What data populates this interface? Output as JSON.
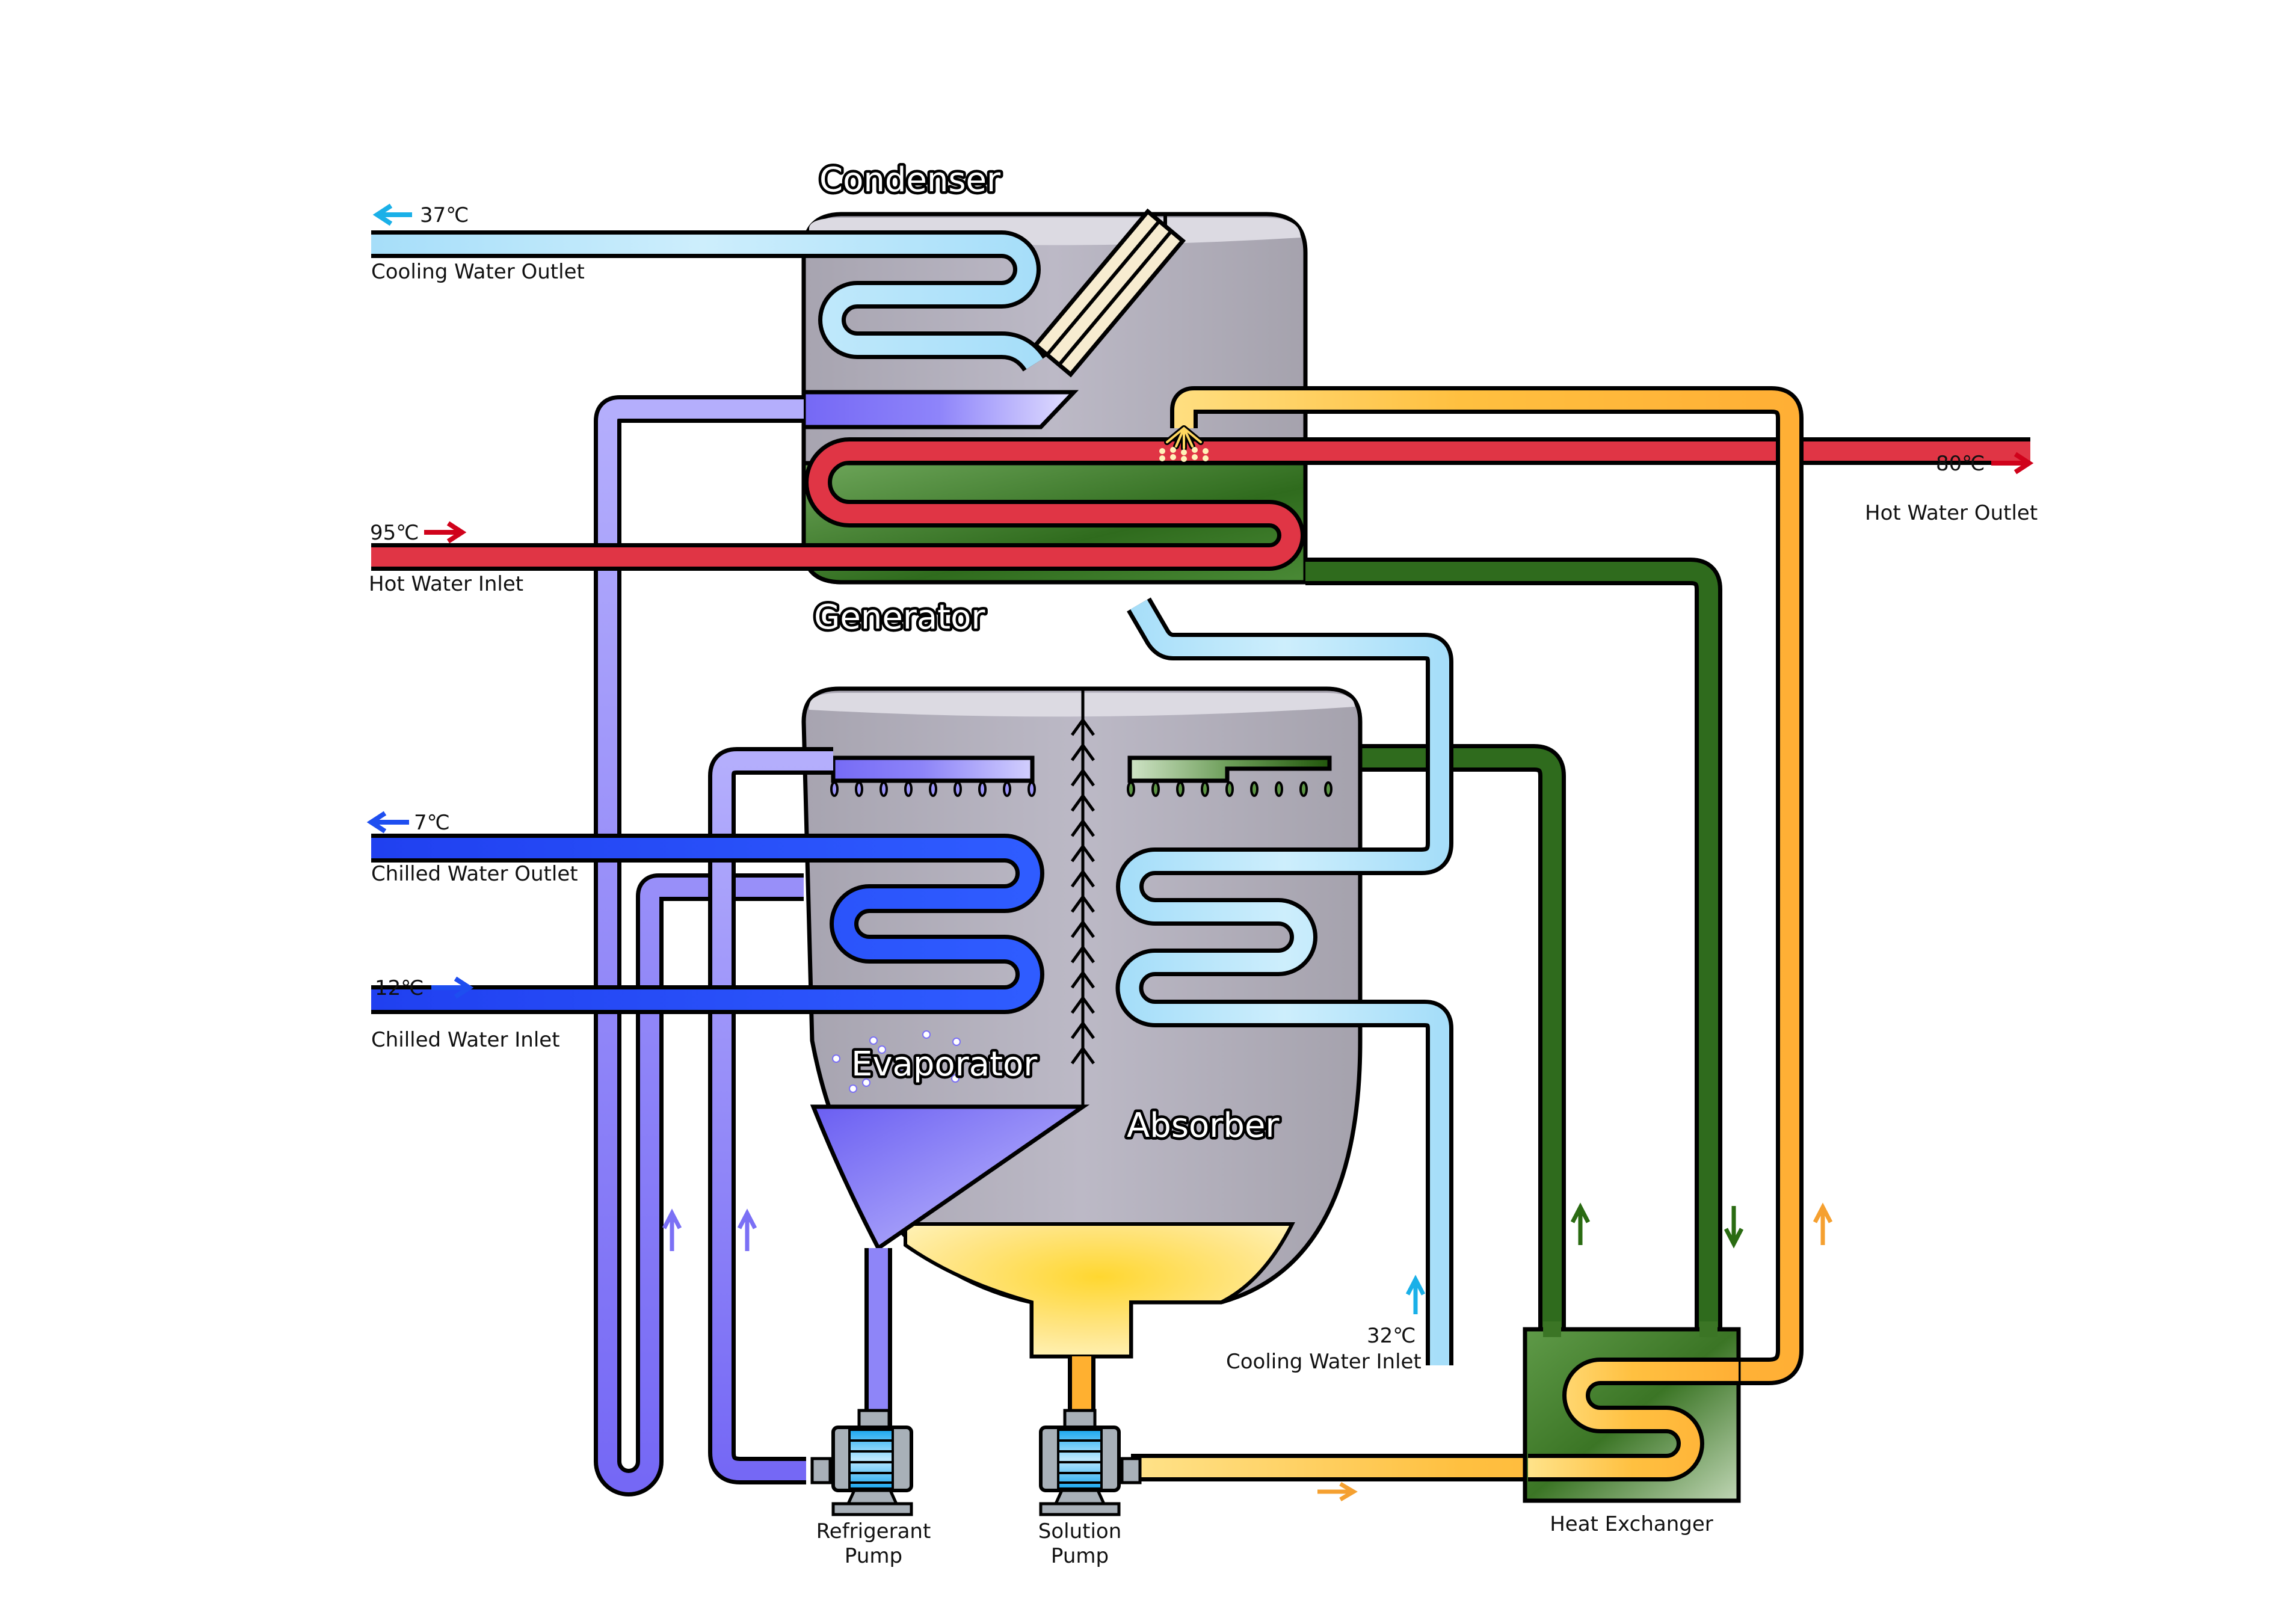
{
  "diagram": {
    "title": "Absorption Chiller Cycle",
    "components": {
      "condenser": "Condenser",
      "generator": "Generator",
      "evaporator": "Evaporator",
      "absorber": "Absorber",
      "heat_exchanger": "Heat Exchanger",
      "refrigerant_pump_line1": "Refrigerant",
      "refrigerant_pump_line2": "Pump",
      "solution_pump_line1": "Solution",
      "solution_pump_line2": "Pump"
    },
    "streams": {
      "cooling_water_outlet": {
        "label": "Cooling Water Outlet",
        "temp": "37℃",
        "direction": "left"
      },
      "cooling_water_inlet": {
        "label": "Cooling Water Inlet",
        "temp": "32℃",
        "direction": "up"
      },
      "hot_water_inlet": {
        "label": "Hot Water Inlet",
        "temp": "95℃",
        "direction": "right"
      },
      "hot_water_outlet": {
        "label": "Hot Water Outlet",
        "temp": "80℃",
        "direction": "right"
      },
      "chilled_water_outlet": {
        "label": "Chilled Water Outlet",
        "temp": "7℃",
        "direction": "left"
      },
      "chilled_water_inlet": {
        "label": "Chilled Water Inlet",
        "temp": "12℃",
        "direction": "right"
      }
    },
    "colors": {
      "cooling_water": "#a8dff8",
      "hot_water": "#e03545",
      "chilled_water": "#2a4ef5",
      "refrigerant": "#7b70f5",
      "strong_solution": "#2f6b1d",
      "weak_solution": "#ffb030",
      "shell": "#b5b2bf",
      "arrow_red": "#d0021b",
      "arrow_cyan": "#1ab0e8",
      "arrow_blue": "#1e4ef0",
      "arrow_purple": "#7b70f5",
      "arrow_green": "#2a6b12",
      "arrow_orange": "#f5a030"
    }
  }
}
